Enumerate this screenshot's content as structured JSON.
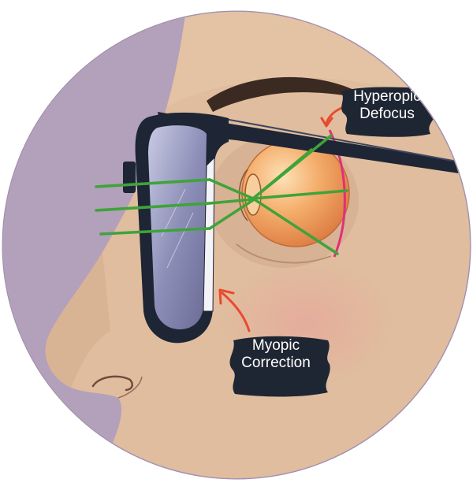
{
  "labels": {
    "hyperopic_line1": "Hyperopic",
    "hyperopic_line2": "Defocus",
    "myopic_line1": "Myopic",
    "myopic_line2": "Correction"
  },
  "colors": {
    "background_circle": "#b3a0bb",
    "skin": "#e0bd9e",
    "skin_shadow": "#c99f83",
    "frame": "#1e2535",
    "lens": "#8d8fb8",
    "eyeball": "#f2a45e",
    "ray": "#3fa33a",
    "retina_arc": "#e0307a",
    "arrow": "#e84a2d",
    "label_bg": "#1f2633",
    "label_text": "#ffffff"
  },
  "icons": {
    "eye": "eyeball-illustration",
    "glasses": "spectacles-frame",
    "arrow": "pointer-arrow"
  }
}
